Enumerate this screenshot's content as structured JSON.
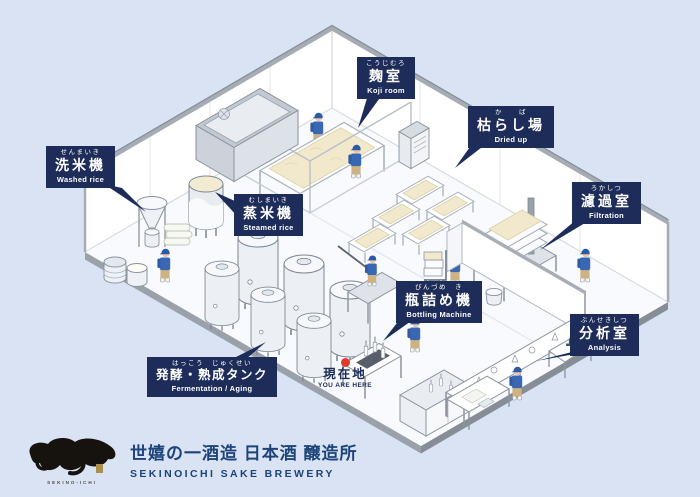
{
  "colors": {
    "background": "#d9e3f3",
    "label_navy": "#1d2c59",
    "brand_blue": "#1d4379",
    "here_red": "#e03a2c"
  },
  "brand": {
    "title_jp": "世嬉の一酒造 日本酒 醸造所",
    "title_en": "SEKINOICHI SAKE BREWERY",
    "logo_caption": "SEKINO-ICHI"
  },
  "you_are_here": {
    "jp": "現在地",
    "en": "YOU ARE HERE"
  },
  "labels": [
    {
      "id": "koji-room",
      "furigana": "こうじむろ",
      "jp": "麹室",
      "en": "Koji room"
    },
    {
      "id": "washed-rice",
      "furigana": "せんまいき",
      "jp": "洗米機",
      "en": "Washed rice"
    },
    {
      "id": "steamed-rice",
      "furigana": "むしまいき",
      "jp": "蒸米機",
      "en": "Steamed rice"
    },
    {
      "id": "dried-up",
      "furigana": "か　　ば",
      "jp": "枯らし場",
      "en": "Dried up"
    },
    {
      "id": "filtration",
      "furigana": "ろかしつ",
      "jp": "濾過室",
      "en": "Filtration"
    },
    {
      "id": "bottling-machine",
      "furigana": "びんづめ　き",
      "jp": "瓶詰め機",
      "en": "Bottling Machine"
    },
    {
      "id": "analysis",
      "furigana": "ぶんせきしつ",
      "jp": "分析室",
      "en": "Analysis"
    },
    {
      "id": "fermentation-aging",
      "furigana": "はっこう　じゅくせい",
      "jp": "発酵・熟成タンク",
      "en": "Fermentation / Aging"
    }
  ]
}
